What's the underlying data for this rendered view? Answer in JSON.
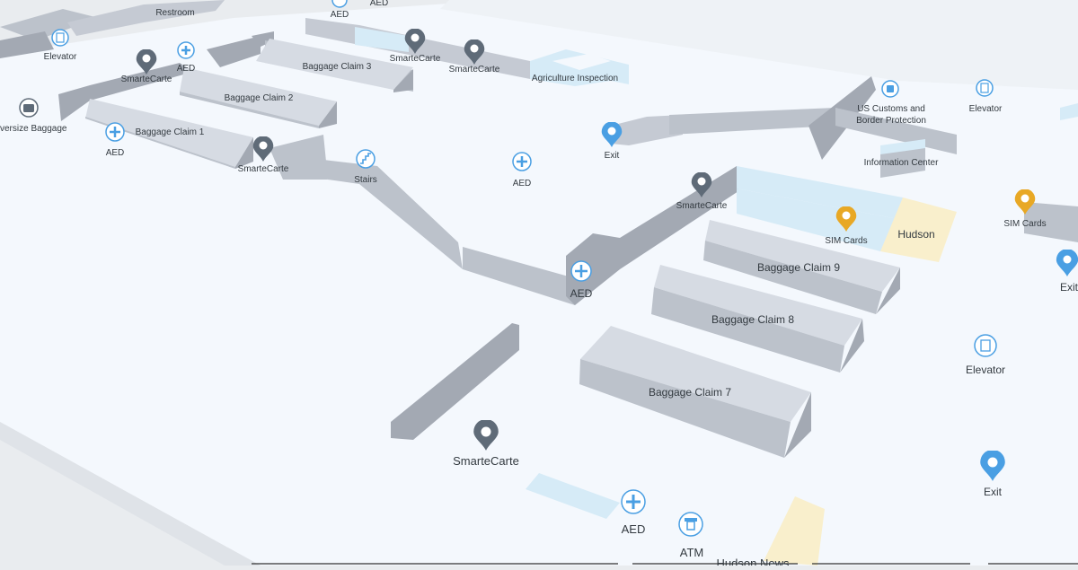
{
  "map": {
    "colors": {
      "floor": "#f4f8fd",
      "ground": "#e9ecef",
      "wall_top": "#d6dbe3",
      "wall_side": "#a3a9b3",
      "wall_front": "#bcc2cb",
      "room_blue": "#d6ebf7",
      "room_yellow": "#f9efcc",
      "pin_blue": "#4a9fe3",
      "pin_gray": "#5f6b78",
      "pin_gold": "#e8a825",
      "label": "#333a40"
    },
    "baggage_claims": [
      "Baggage Claim 1",
      "Baggage Claim 2",
      "Baggage Claim 3",
      "Baggage Claim 7",
      "Baggage Claim 8",
      "Baggage Claim 9"
    ],
    "shops": [
      "Hudson",
      "Hudson News"
    ],
    "areas": [
      "Agriculture Inspection",
      "Information Center",
      "Restroom",
      "versize Baggage"
    ],
    "pois": {
      "aed": "AED",
      "exit": "Exit",
      "smartecarte": "SmarteCarte",
      "elevator": "Elevator",
      "stairs": "Stairs",
      "atm": "ATM",
      "sim_cards": "SIM Cards",
      "customs_line1": "US Customs and",
      "customs_line2": "Border Protection"
    },
    "icons": [
      "aed-icon",
      "exit-icon",
      "smartecarte-icon",
      "elevator-icon",
      "stairs-icon",
      "atm-icon",
      "sim-cards-icon",
      "customs-icon",
      "baggage-icon",
      "restroom-icon"
    ]
  }
}
